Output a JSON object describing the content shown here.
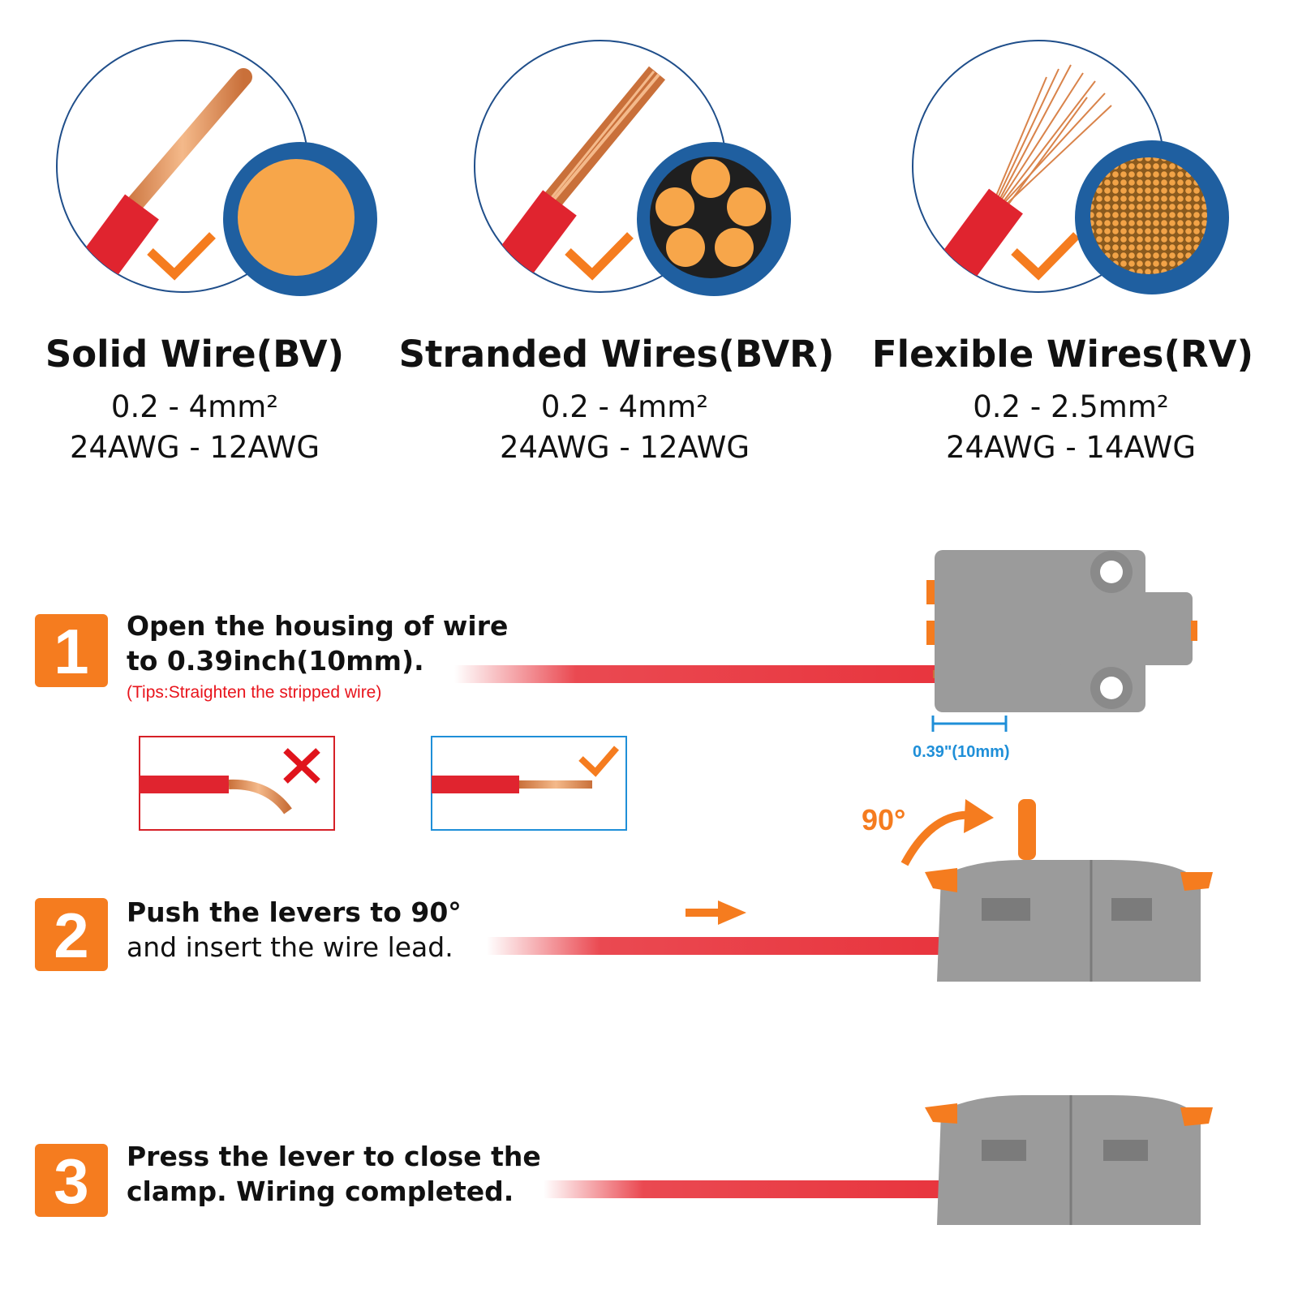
{
  "wire_types": [
    {
      "title": "Solid Wire(BV)",
      "range_mm2": "0.2 - 4mm²",
      "range_awg": "24AWG - 12AWG"
    },
    {
      "title": "Stranded  Wires(BVR)",
      "range_mm2": "0.2 - 4mm²",
      "range_awg": "24AWG - 12AWG"
    },
    {
      "title": "Flexible Wires(RV)",
      "range_mm2": "0.2 - 2.5mm²",
      "range_awg": "24AWG - 14AWG"
    }
  ],
  "steps": [
    {
      "number": "1",
      "line1": "Open the housing of wire",
      "line2": "to 0.39inch(10mm).",
      "tip": "(Tips:Straighten the stripped wire)"
    },
    {
      "number": "2",
      "line1": "Push the  levers to 90°",
      "line2": "and insert the wire lead."
    },
    {
      "number": "3",
      "line1": "Press the lever to close the",
      "line2": "clamp. Wiring completed."
    }
  ],
  "strip_length_label": "0.39\"(10mm)",
  "lever_angle_label": "90°",
  "colors": {
    "accent": "#f57c1f",
    "wire_red": "#e8353e",
    "copper": "#e8a06a",
    "insulation_ring": "#1f5fa0",
    "housing_gray": "#9a9a9a",
    "tip_red": "#e8141c",
    "dim_blue": "#1f8fd8"
  },
  "icons": [
    "check-icon",
    "cross-icon",
    "arrow-right-icon",
    "curved-arrow-icon"
  ]
}
